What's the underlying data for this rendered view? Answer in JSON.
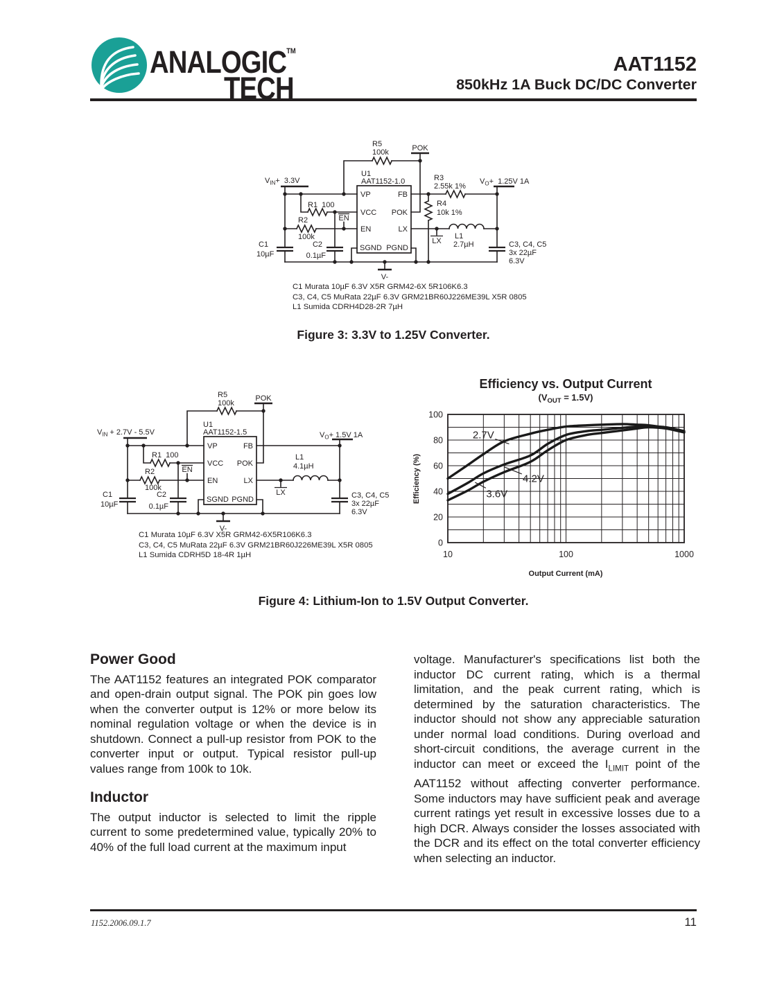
{
  "colors": {
    "brand_teal": "#1aa096",
    "ink": "#231f20"
  },
  "header": {
    "brand_top": "ANALOGIC",
    "brand_tm": "TM",
    "brand_bottom": "TECH",
    "part_number": "AAT1152",
    "subtitle": "850kHz 1A Buck DC/DC Converter"
  },
  "fig3": {
    "caption": "Figure 3: 3.3V to 1.25V Converter.",
    "notes": [
      "C1 Murata 10µF 6.3V  X5R GRM42-6X  5R106K6.3",
      "C3, C4, C5 MuRata 22µF 6.3V GRM21BR60J226ME39L X5R 0805",
      "L1 Sumida CDRH4D28-2R  7µH"
    ],
    "sch": {
      "u1": "U1",
      "part": "AAT1152-1.0",
      "vin_v": "V",
      "vin_sub": "IN",
      "vin_rest": "+  3.3V",
      "vo_v": "V",
      "vo_sub": "O",
      "vo_rest": "+  1.25V 1A",
      "pok": "POK",
      "en": "EN",
      "lx": "LX",
      "vminus": "V-",
      "pin_vp": "VP",
      "pin_vcc": "VCC",
      "pin_en": "EN",
      "pin_sgnd": "SGND",
      "pin_fb": "FB",
      "pin_pok": "POK",
      "pin_lx": "LX",
      "pin_pgnd": "PGND",
      "r1": "R1  100",
      "r2": "R2",
      "r2v": "100k",
      "r3": "R3",
      "r3v": "2.55k 1%",
      "r4": "R4",
      "r4v": "10k 1%",
      "r5": "R5",
      "r5v": "100k",
      "c1": "C1",
      "c1v": "10µF",
      "c2": "C2",
      "c2v": "0.1µF",
      "c345": "C3, C4, C5",
      "c345v": "3x 22µF",
      "c345vv": "6.3V",
      "l1": "L1",
      "l1v": "2.7µH"
    }
  },
  "fig4": {
    "caption": "Figure 4: Lithium-Ion to 1.5V Output Converter.",
    "notes": [
      "C1 Murata 10µF 6.3V X5R GRM42-6X5R106K6.3",
      "C3, C4, C5 MuRata 22µF 6.3V GRM21BR60J226ME39L X5R 0805",
      "L1 Sumida CDRH5D 18-4R 1µH"
    ],
    "sch": {
      "u1": "U1",
      "part": "AAT1152-1.5",
      "vin_v": "V",
      "vin_sub": "IN",
      "vin_rest": " + 2.7V - 5.5V",
      "vo_v": "V",
      "vo_sub": "O",
      "vo_rest": "+ 1.5V 1A",
      "pok": "POK",
      "en": "EN",
      "lx": "LX",
      "vminus": "V-",
      "pin_vp": "VP",
      "pin_vcc": "VCC",
      "pin_en": "EN",
      "pin_sgnd": "SGND",
      "pin_fb": "FB",
      "pin_pok": "POK",
      "pin_lx": "LX",
      "pin_pgnd": "PGND",
      "r1": "R1  100",
      "r2": "R2",
      "r2v": "100k",
      "r5": "R5",
      "r5v": "100k",
      "c1": "C1",
      "c1v": "10µF",
      "c2": "C2",
      "c2v": "0.1µF",
      "c345": "C3, C4, C5",
      "c345v": "3x 22µF",
      "c345vv": "6.3V",
      "l1": "L1",
      "l1v": "4.1µH"
    }
  },
  "chart_data": {
    "type": "line",
    "title": "Efficiency vs. Output Current",
    "subtitle": {
      "pre": "(V",
      "sub": "OUT",
      "post": " = 1.5V)"
    },
    "xlabel": "Output Current (mA)",
    "ylabel": "Efficiency (%)",
    "x_scale": "log",
    "xlim": [
      10,
      1000
    ],
    "ylim": [
      0,
      100
    ],
    "x_ticks": [
      10,
      100,
      1000
    ],
    "y_ticks": [
      0,
      20,
      40,
      60,
      80,
      100
    ],
    "grid": true,
    "y_grid_step": 10,
    "x": [
      10,
      15,
      20,
      30,
      50,
      70,
      100,
      150,
      200,
      300,
      400,
      500,
      700,
      1000
    ],
    "series": [
      {
        "name": "2.7V",
        "values": [
          50,
          61,
          69,
          79,
          85,
          88,
          90.5,
          91.5,
          92,
          92.5,
          92,
          91.5,
          89.5,
          86
        ]
      },
      {
        "name": "4.2V",
        "values": [
          38,
          47,
          54,
          61,
          68,
          77,
          84,
          87,
          88,
          89.5,
          90.5,
          90.5,
          90,
          87
        ]
      },
      {
        "name": "3.6V",
        "values": [
          33,
          41,
          47.5,
          55,
          63,
          72,
          80,
          84,
          85.5,
          87.5,
          89,
          90,
          89,
          86
        ]
      }
    ],
    "labels": [
      {
        "text": "2.7V",
        "tx": 20,
        "ty": 84,
        "ax": 33,
        "ay": 77
      },
      {
        "text": "4.2V",
        "tx": 53,
        "ty": 50,
        "ax": 30,
        "ay": 59
      },
      {
        "text": "3.6V",
        "tx": 26,
        "ty": 38,
        "ax": 17,
        "ay": 47
      }
    ],
    "legend_position": "inline-labels"
  },
  "sections": {
    "power_good": {
      "heading": "Power Good",
      "body": "The AAT1152 features an integrated POK comparator and open-drain output signal.  The POK pin goes low when the converter output is 12% or more below its nominal regulation voltage or when the device is in shutdown.  Connect a pull-up resistor from POK to the converter input or output.  Typical resistor pull-up values range from 100k to 10k."
    },
    "inductor": {
      "heading": "Inductor",
      "body": "The output inductor is selected to limit the ripple current to some predetermined value, typically 20% to 40% of the full load current at the maximum input"
    },
    "right_col": {
      "before": "voltage. Manufacturer's specifications list both the inductor DC current rating, which is a thermal limitation, and the peak current rating, which is determined by the saturation characteristics. The inductor should not show any appreciable saturation under normal load conditions. During overload and short-circuit conditions, the average current in the inductor can meet or exceed the I",
      "sub": "LIMIT",
      "after": " point of the AAT1152 without affecting converter performance. Some inductors may have sufficient peak and average current ratings yet result in excessive losses due to a high DCR. Always consider the losses associated with the DCR and its effect on the total converter efficiency when selecting an inductor."
    }
  },
  "footer": {
    "doc_id": "1152.2006.09.1.7",
    "page_number": "11"
  }
}
